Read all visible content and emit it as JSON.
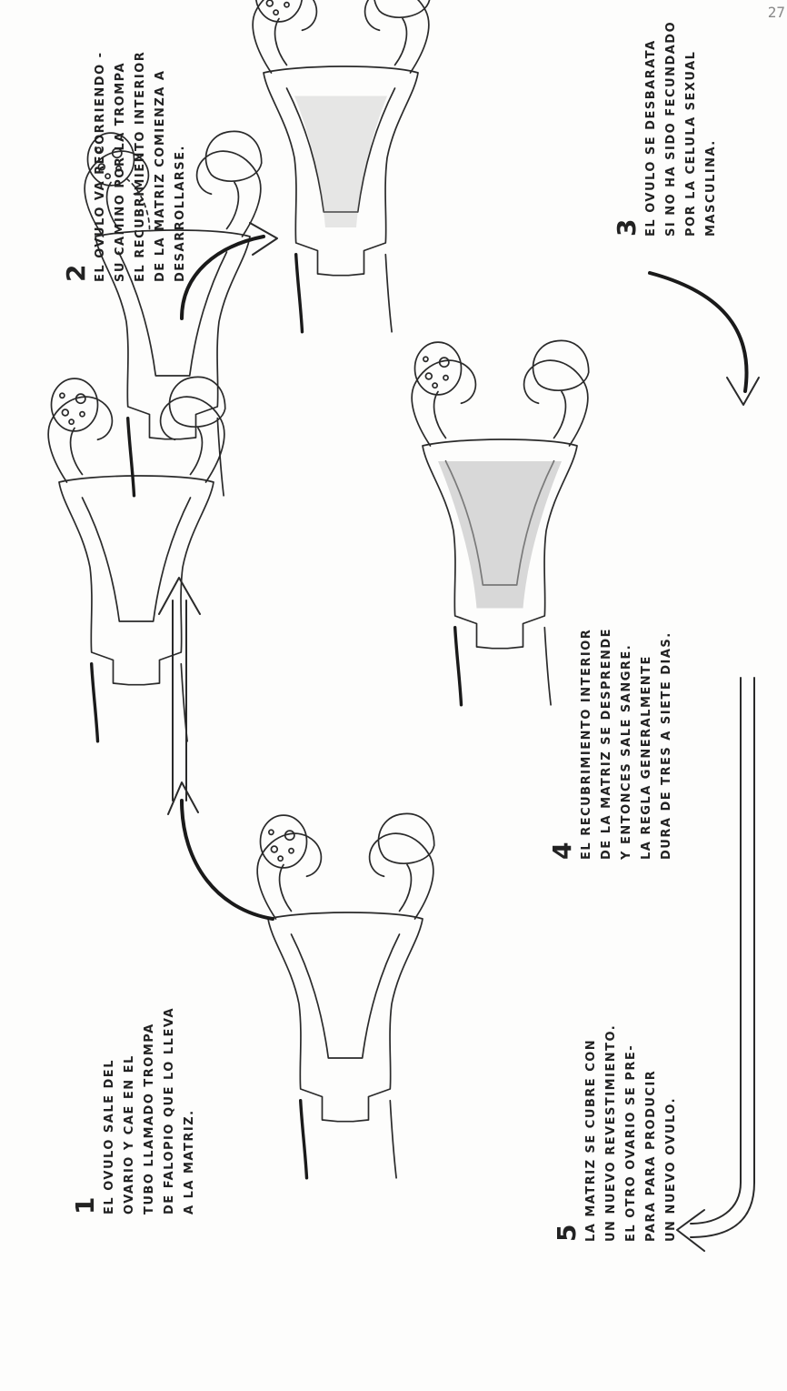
{
  "page_number": "27",
  "steps": [
    {
      "number": "1",
      "lines": [
        "EL OVULO SALE DEL",
        "OVARIO Y CAE EN EL",
        "TUBO LLAMADO TROMPA",
        "DE FALOPIO QUE LO LLEVA",
        "A LA MATRIZ."
      ]
    },
    {
      "number": "2",
      "lines": [
        "EL OVULO VA RECORRIENDO -",
        "SU CAMINO POR LA TROMPA",
        "EL RECUBRIMIENTO INTERIOR",
        "DE LA MATRIZ COMIENZA A",
        "DESARROLLARSE."
      ]
    },
    {
      "number": "3",
      "lines": [
        "EL OVULO SE DESBARATA",
        "SI NO HA SIDO FECUNDADO",
        "POR LA CELULA SEXUAL",
        "MASCULINA."
      ]
    },
    {
      "number": "4",
      "lines": [
        "EL RECUBRIMIENTO INTERIOR",
        "DE LA MATRIZ SE DESPRENDE",
        "Y ENTONCES SALE SANGRE.",
        "LA REGLA GENERALMENTE",
        "DURA DE TRES A SIETE DIAS."
      ]
    },
    {
      "number": "5",
      "lines": [
        "LA MATRIZ SE CUBRE CON",
        "UN NUEVO REVESTIMIENTO.",
        "EL OTRO OVARIO SE PRE-",
        "PARA PARA PRODUCIR",
        "UN NUEVO OVULO."
      ]
    }
  ]
}
